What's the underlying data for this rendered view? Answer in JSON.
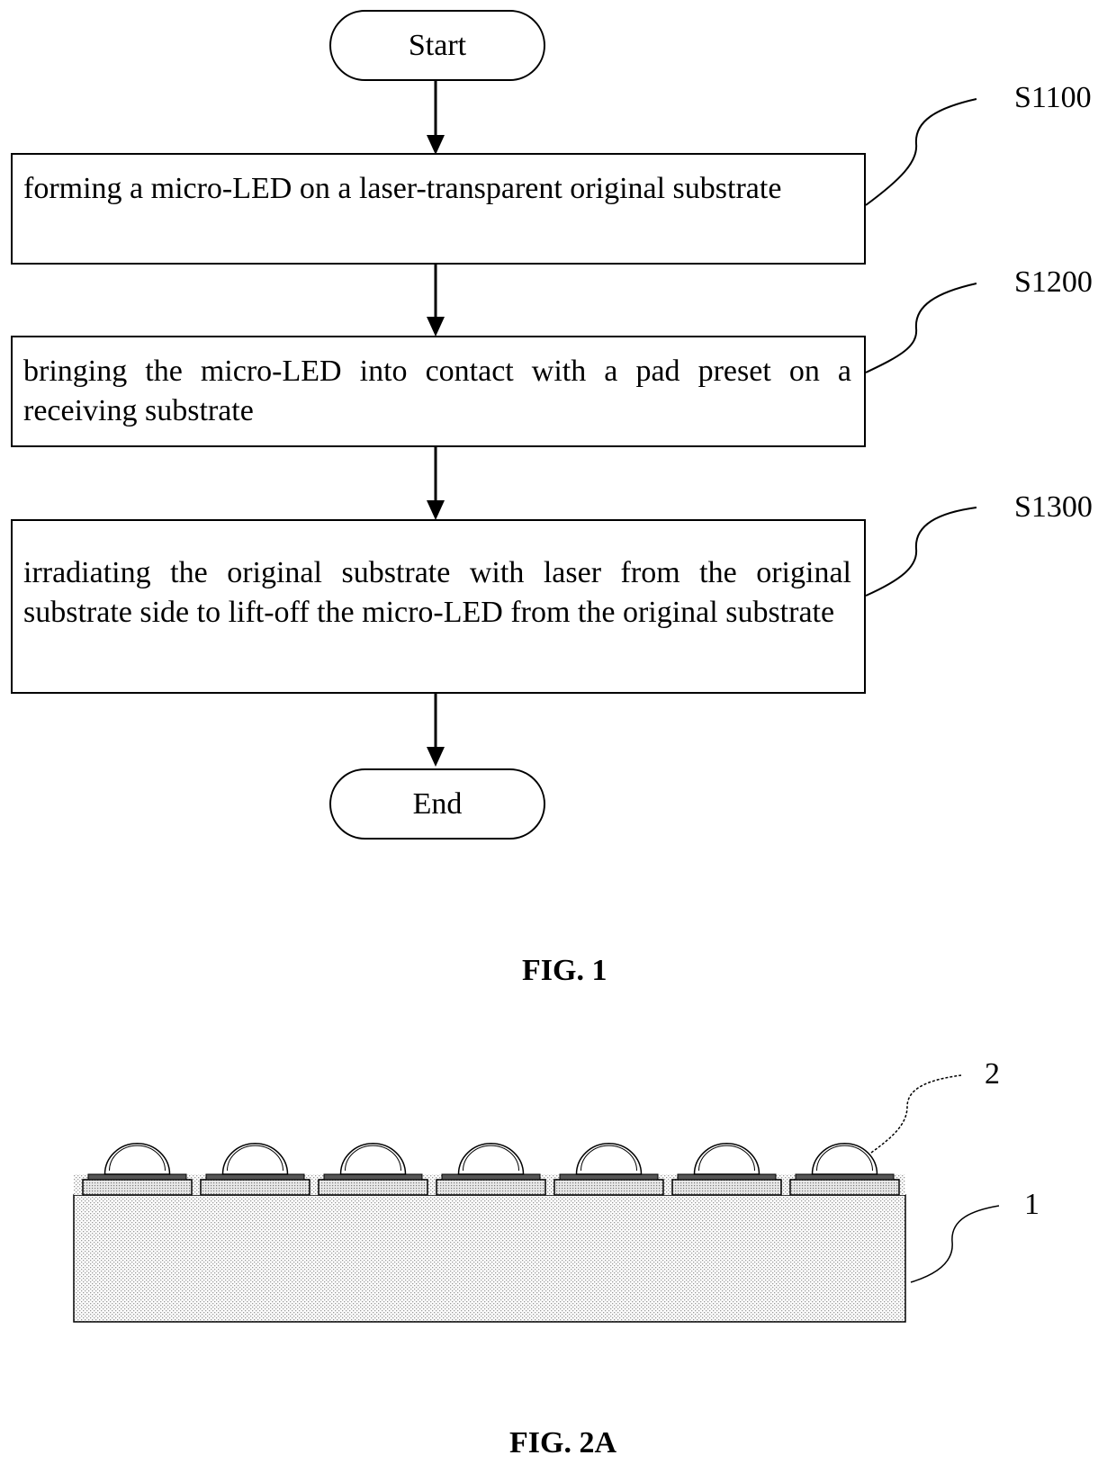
{
  "fig1": {
    "start_label": "Start",
    "end_label": "End",
    "steps": [
      {
        "id": "S1100",
        "text": "forming a micro-LED on a laser-transparent original substrate"
      },
      {
        "id": "S1200",
        "text": "bringing the micro-LED into contact with a pad preset on a receiving substrate"
      },
      {
        "id": "S1300",
        "text": "irradiating the original substrate with laser from the original substrate side to lift-off the micro-LED from the original substrate"
      }
    ],
    "caption": "FIG. 1"
  },
  "fig2a": {
    "label_led": "2",
    "label_substrate": "1",
    "caption": "FIG. 2A"
  }
}
